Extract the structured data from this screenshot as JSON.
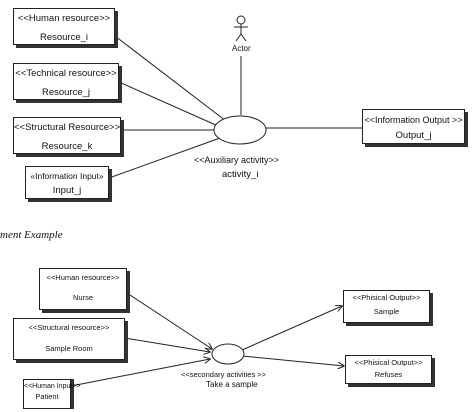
{
  "diagram1": {
    "actor_label": "Actor",
    "boxes": {
      "human": {
        "stereotype": "<<Human resource>>",
        "name": "Resource_i"
      },
      "technical": {
        "stereotype": "<<Technical resource>>",
        "name": "Resource_j"
      },
      "structural": {
        "stereotype": "<<Structural Resource>>",
        "name": "Resource_k"
      },
      "info_input": {
        "stereotype": "«Information Input»",
        "name": "Input_j"
      },
      "info_output": {
        "stereotype": "<<Information Output >>",
        "name": "Output_j"
      }
    },
    "activity": {
      "stereotype": "<<Auxiliary activity>>",
      "name": "activity_i"
    }
  },
  "caption": "ment  Example",
  "diagram2": {
    "boxes": {
      "human": {
        "stereotype": "<<Human resource>>",
        "name": "Nurse"
      },
      "structural": {
        "stereotype": "<<Structural resource>>",
        "name": "Sample Room"
      },
      "human_input": {
        "stereotype": "<<Human Input>>",
        "name": "Patient"
      },
      "out_sample": {
        "stereotype": "<<Phisical Output>>",
        "name": "Sample"
      },
      "out_refuses": {
        "stereotype": "<<Phisical Output>>",
        "name": "Refuses"
      }
    },
    "activity": {
      "stereotype": "<<secondary activities >>",
      "name": "Take a sample"
    }
  }
}
